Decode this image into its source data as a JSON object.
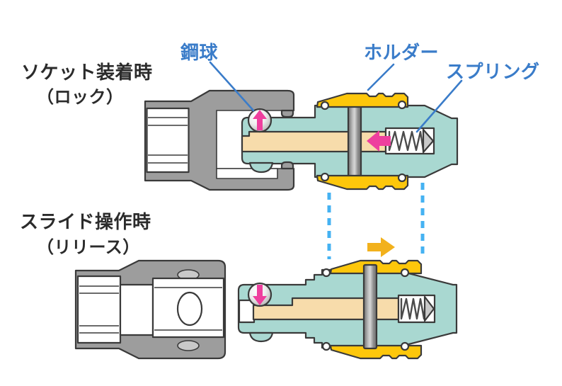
{
  "diagram": {
    "states": [
      {
        "id": "locked",
        "title": "ソケット装着時",
        "subtitle": "（ロック）"
      },
      {
        "id": "released",
        "title": "スライド操作時",
        "subtitle": "（リリース）"
      }
    ],
    "callouts": {
      "steel_ball": "鋼球",
      "holder": "ホルダー",
      "spring": "スプリング"
    }
  },
  "colors": {
    "socket_gray": "#9d9d9d",
    "body_teal": "#a9d8d1",
    "shaft_tan": "#f7dcab",
    "holder_yellow": "#fdc70b",
    "arrow_pink": "#ee3f9e",
    "arrow_yellow": "#f2b11c",
    "label_blue": "#3a7cc9",
    "guide_blue": "#45b2f2",
    "text_dark": "#2b2b2b",
    "cone_gray": "#c9c9c9",
    "hole_shadow_gray": "#c9c9c9"
  }
}
